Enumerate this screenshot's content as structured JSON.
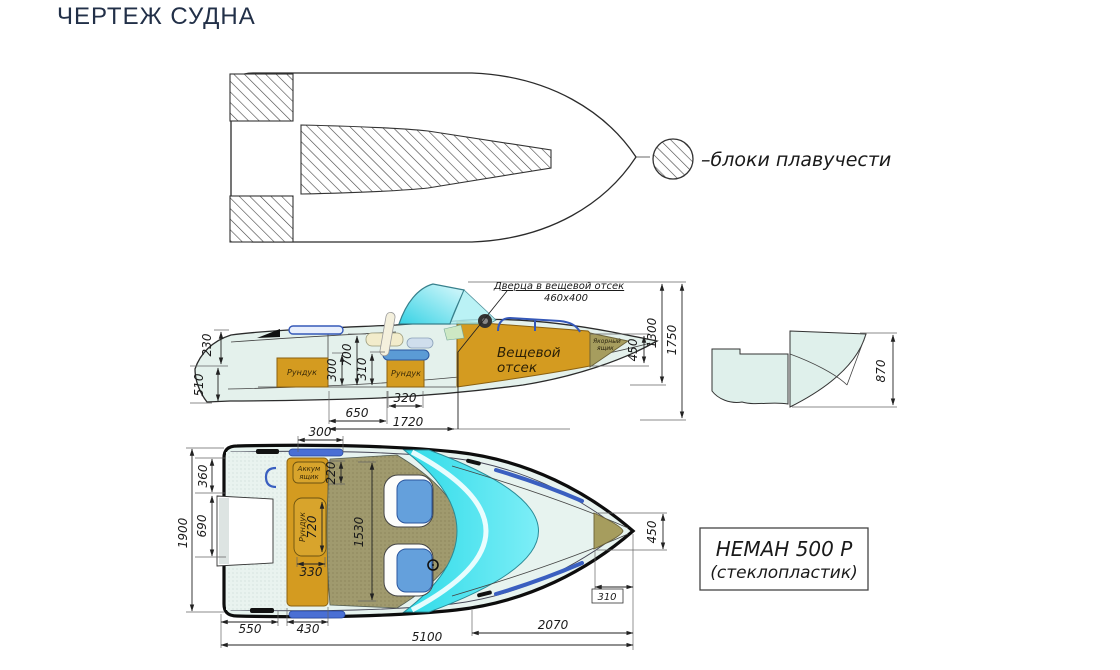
{
  "title": "ЧЕРТЕЖ СУДНА",
  "legend": {
    "label": "–блоки плавучести"
  },
  "model": {
    "name": "НЕМАН 500 Р",
    "material": "(стеклопластик)"
  },
  "side": {
    "door_note_title": "Дверца в вещевой отсек",
    "door_note_size": "460х400",
    "stowage_1": "Вещевой",
    "stowage_2": "отсек",
    "anchor_1": "Якорный",
    "anchor_2": "ящик",
    "locker_aft": "Рундук",
    "locker_helm": "Рундук",
    "dims": {
      "h230": "230",
      "h510": "510",
      "h300": "300",
      "h700": "700",
      "h310": "310",
      "w320": "320",
      "w650": "650",
      "w1720": "1720",
      "h450": "450",
      "h1300": "1300",
      "h1750": "1750"
    }
  },
  "transom": {
    "dims": {
      "h870": "870"
    }
  },
  "plan": {
    "battery_1": "Аккум",
    "battery_2": "ящик",
    "locker": "Рундук",
    "dims": {
      "w300": "300",
      "h360": "360",
      "h690": "690",
      "h1900": "1900",
      "h220": "220",
      "h720": "720",
      "h1530": "1530",
      "w330": "330",
      "w550": "550",
      "w430": "430",
      "w5100": "5100",
      "w2070": "2070",
      "w310": "310",
      "h450": "450"
    }
  },
  "colors": {
    "title_navy": "#223048",
    "compartment_orange": "#d49b20",
    "hull_teal": "#e7f3ef",
    "windshield_cyan": "#40dfee",
    "seat_blue": "#64a0dc",
    "rail_blue": "#3a5fc0",
    "floor_olive": "#a09a6e",
    "anchor_olive": "#a69d5e"
  }
}
